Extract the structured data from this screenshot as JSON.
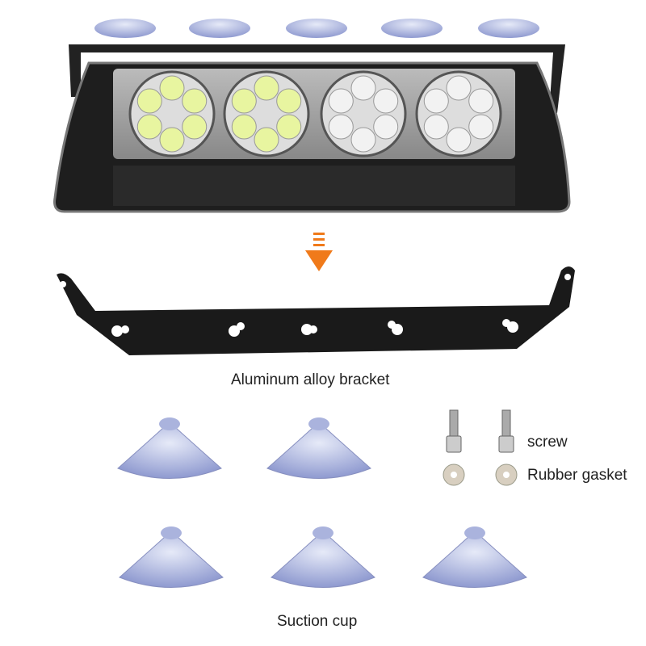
{
  "labels": {
    "bracket": "Aluminum alloy bracket",
    "screw": "screw",
    "gasket": "Rubber gasket",
    "suction_cup": "Suction cup"
  },
  "colors": {
    "arrow": "#f07a1a",
    "housing": "#1e1e1e",
    "led_yellow": "#e8f5a0",
    "led_white": "#f2f2f2",
    "suction_cup": "#b4bde0"
  },
  "icons": {
    "arrow": "arrow-down-icon"
  }
}
